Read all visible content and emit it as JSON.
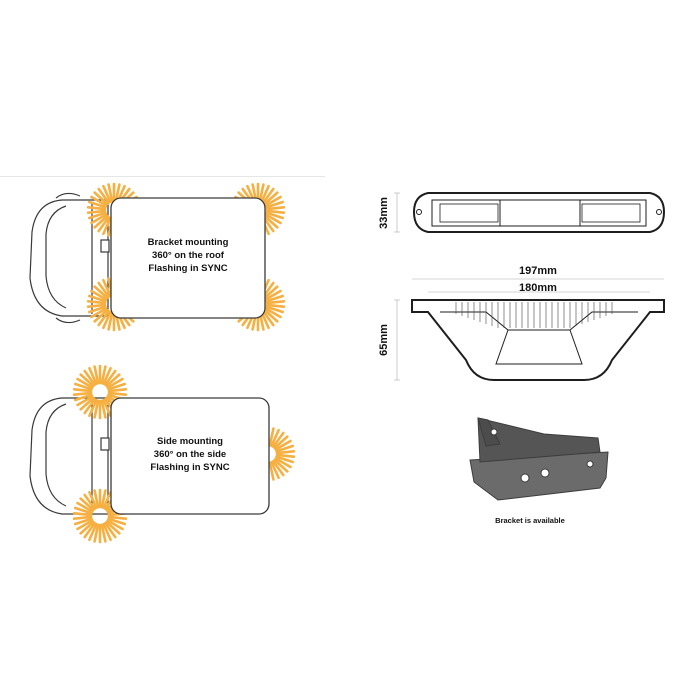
{
  "roof_panel": {
    "line1": "Bracket mounting",
    "line2": "360° on the roof",
    "line3": "Flashing in SYNC"
  },
  "side_panel": {
    "line1": "Side mounting",
    "line2": "360° on the side",
    "line3": "Flashing in SYNC"
  },
  "dimensions": {
    "height_top": "33mm",
    "width_outer": "197mm",
    "width_inner": "180mm",
    "height_side": "65mm"
  },
  "bracket": {
    "caption": "Bracket is available"
  },
  "colors": {
    "flash": "#f6b041",
    "outline": "#3a3a3a",
    "bracket": "#5b5b5b"
  }
}
